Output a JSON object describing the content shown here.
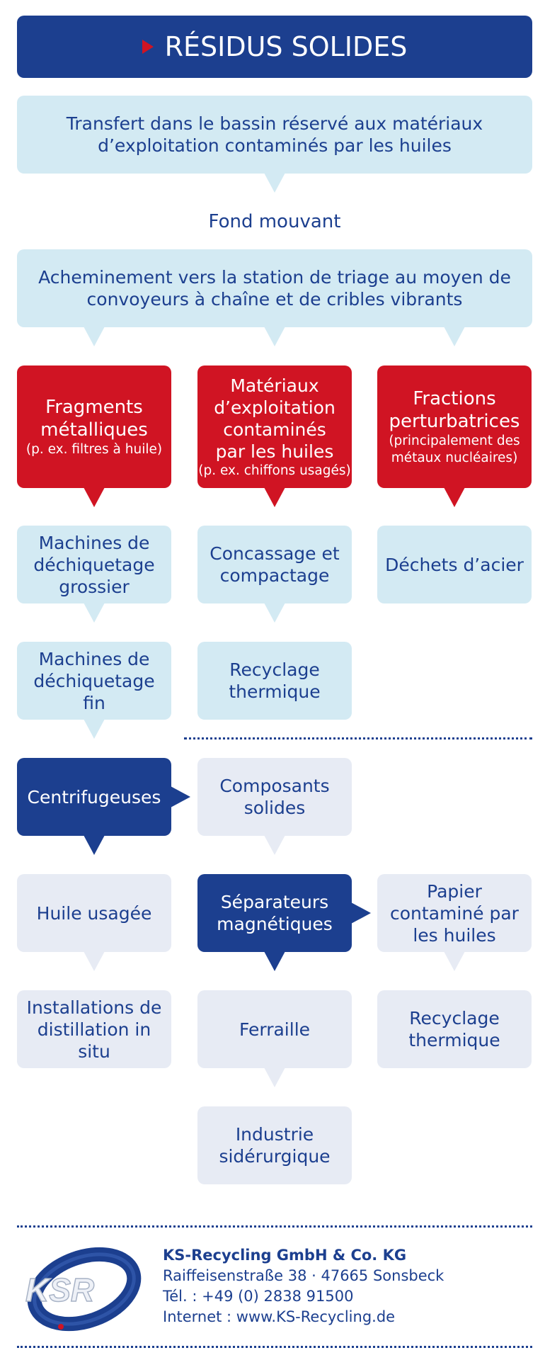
{
  "header": {
    "title": "RÉSIDUS SOLIDES"
  },
  "nodes": {
    "transfert": "Transfert dans le bassin réservé aux matériaux d’exploitation contaminés par les huiles",
    "fond": "Fond mouvant",
    "acheminement": "Acheminement vers la station de triage au moyen de convoyeurs à chaîne et de cribles vibrants",
    "fragments": {
      "title": "Fragments métalliques",
      "sub": "(p. ex. filtres à huile)"
    },
    "materiaux": {
      "title": "Matériaux d’exploitation contaminés par les huiles",
      "sub": "(p. ex. chiffons usagés)"
    },
    "fractions": {
      "title": "Fractions perturbatrices",
      "sub": "(principalement des métaux nucléaires)"
    },
    "dech_grossier": "Machines de déchiquetage grossier",
    "concassage": "Concassage et compactage",
    "dechets_acier": "Déchets d’acier",
    "dech_fin": "Machines de déchiquetage fin",
    "recyclage_1": "Recyclage thermique",
    "centrifugeuses": "Centrifugeuses",
    "composants": "Composants solides",
    "huile": "Huile usagée",
    "separateurs": "Séparateurs magnétiques",
    "papier": "Papier contaminé par les huiles",
    "distillation": "Installations de distillation in situ",
    "ferraille": "Ferraille",
    "recyclage_2": "Recyclage thermique",
    "industrie": "Industrie sidérurgique"
  },
  "footer": {
    "logo_text": "KSR",
    "company": "KS-Recycling GmbH & Co. KG",
    "address": "Raiffeisenstraße 38 · 47665 Sonsbeck",
    "phone": "Tél. : +49 (0) 2838 91500",
    "web": "Internet : www.KS-Recycling.de"
  },
  "colors": {
    "navy": "#1c3f8f",
    "red": "#d01423",
    "light_blue": "#d3eaf3",
    "light_grey": "#e7ebf4"
  }
}
